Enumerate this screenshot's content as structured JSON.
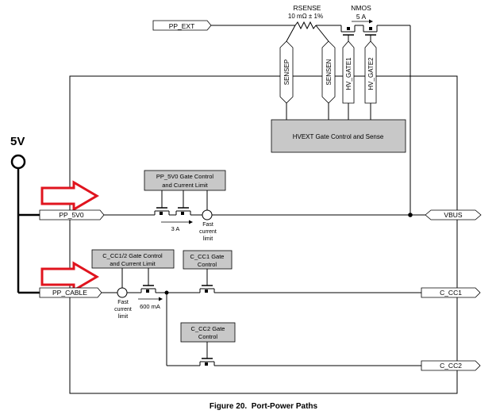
{
  "figure": {
    "caption": "Figure 20.  Port-Power Paths"
  },
  "supply": {
    "voltage_label": "5V"
  },
  "pins": {
    "pp_ext": "PP_EXT",
    "pp_5v0": "PP_5V0",
    "pp_cable": "PP_CABLE",
    "vbus": "VBUS",
    "c_cc1": "C_CC1",
    "c_cc2": "C_CC2"
  },
  "sense": {
    "title": "RSENSE",
    "value": "10 mΩ ± 1%",
    "nmos_title": "NMOS",
    "nmos_current": "5 A",
    "sensep": "SENSEP",
    "sensen": "SENSEN",
    "hv_gate1": "HV_GATE1",
    "hv_gate2": "HV_GATE2"
  },
  "blocks": {
    "hvext": "HVEXT Gate Control and Sense",
    "pp5v0_line1": "PP_5V0 Gate Control",
    "pp5v0_line2": "and Current Limit",
    "ccable_line1": "C_CC1/2 Gate Control",
    "ccable_line2": "and Current Limit",
    "cc1_line1": "C_CC1 Gate",
    "cc1_line2": "Control",
    "cc2_line1": "C_CC2 Gate",
    "cc2_line2": "Control"
  },
  "annotations": {
    "current_3a": "3 A",
    "current_600ma": "600 mA",
    "fast_1": "Fast",
    "current_1": "current",
    "limit_1": "limit",
    "fast_2": "Fast",
    "current_2": "current",
    "limit_2": "limit"
  },
  "colors": {
    "block_fill": "#c8c8c8",
    "arrow": "#e0141e",
    "line": "#000000"
  }
}
